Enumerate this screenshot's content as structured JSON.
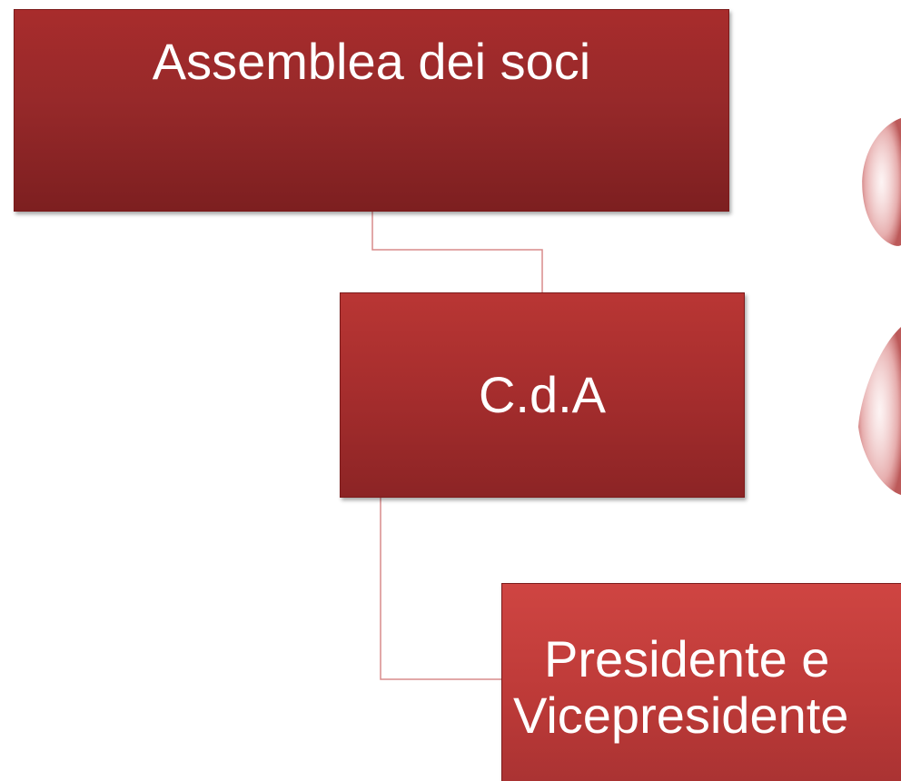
{
  "diagram": {
    "nodes": [
      {
        "id": "assembly",
        "label": "Assemblea dei soci"
      },
      {
        "id": "board",
        "label": "C.d.A"
      },
      {
        "id": "president",
        "label_line1": "Presidente e",
        "label_line2": "Vicepresidente"
      }
    ],
    "edges": [
      {
        "from": "assembly",
        "to": "board"
      },
      {
        "from": "board",
        "to": "president"
      }
    ],
    "colors": {
      "node_top": "#97292a",
      "node_mid": "#a52d2d",
      "node_bottom": "#bd3a38",
      "connector": "#d98b8b"
    }
  }
}
